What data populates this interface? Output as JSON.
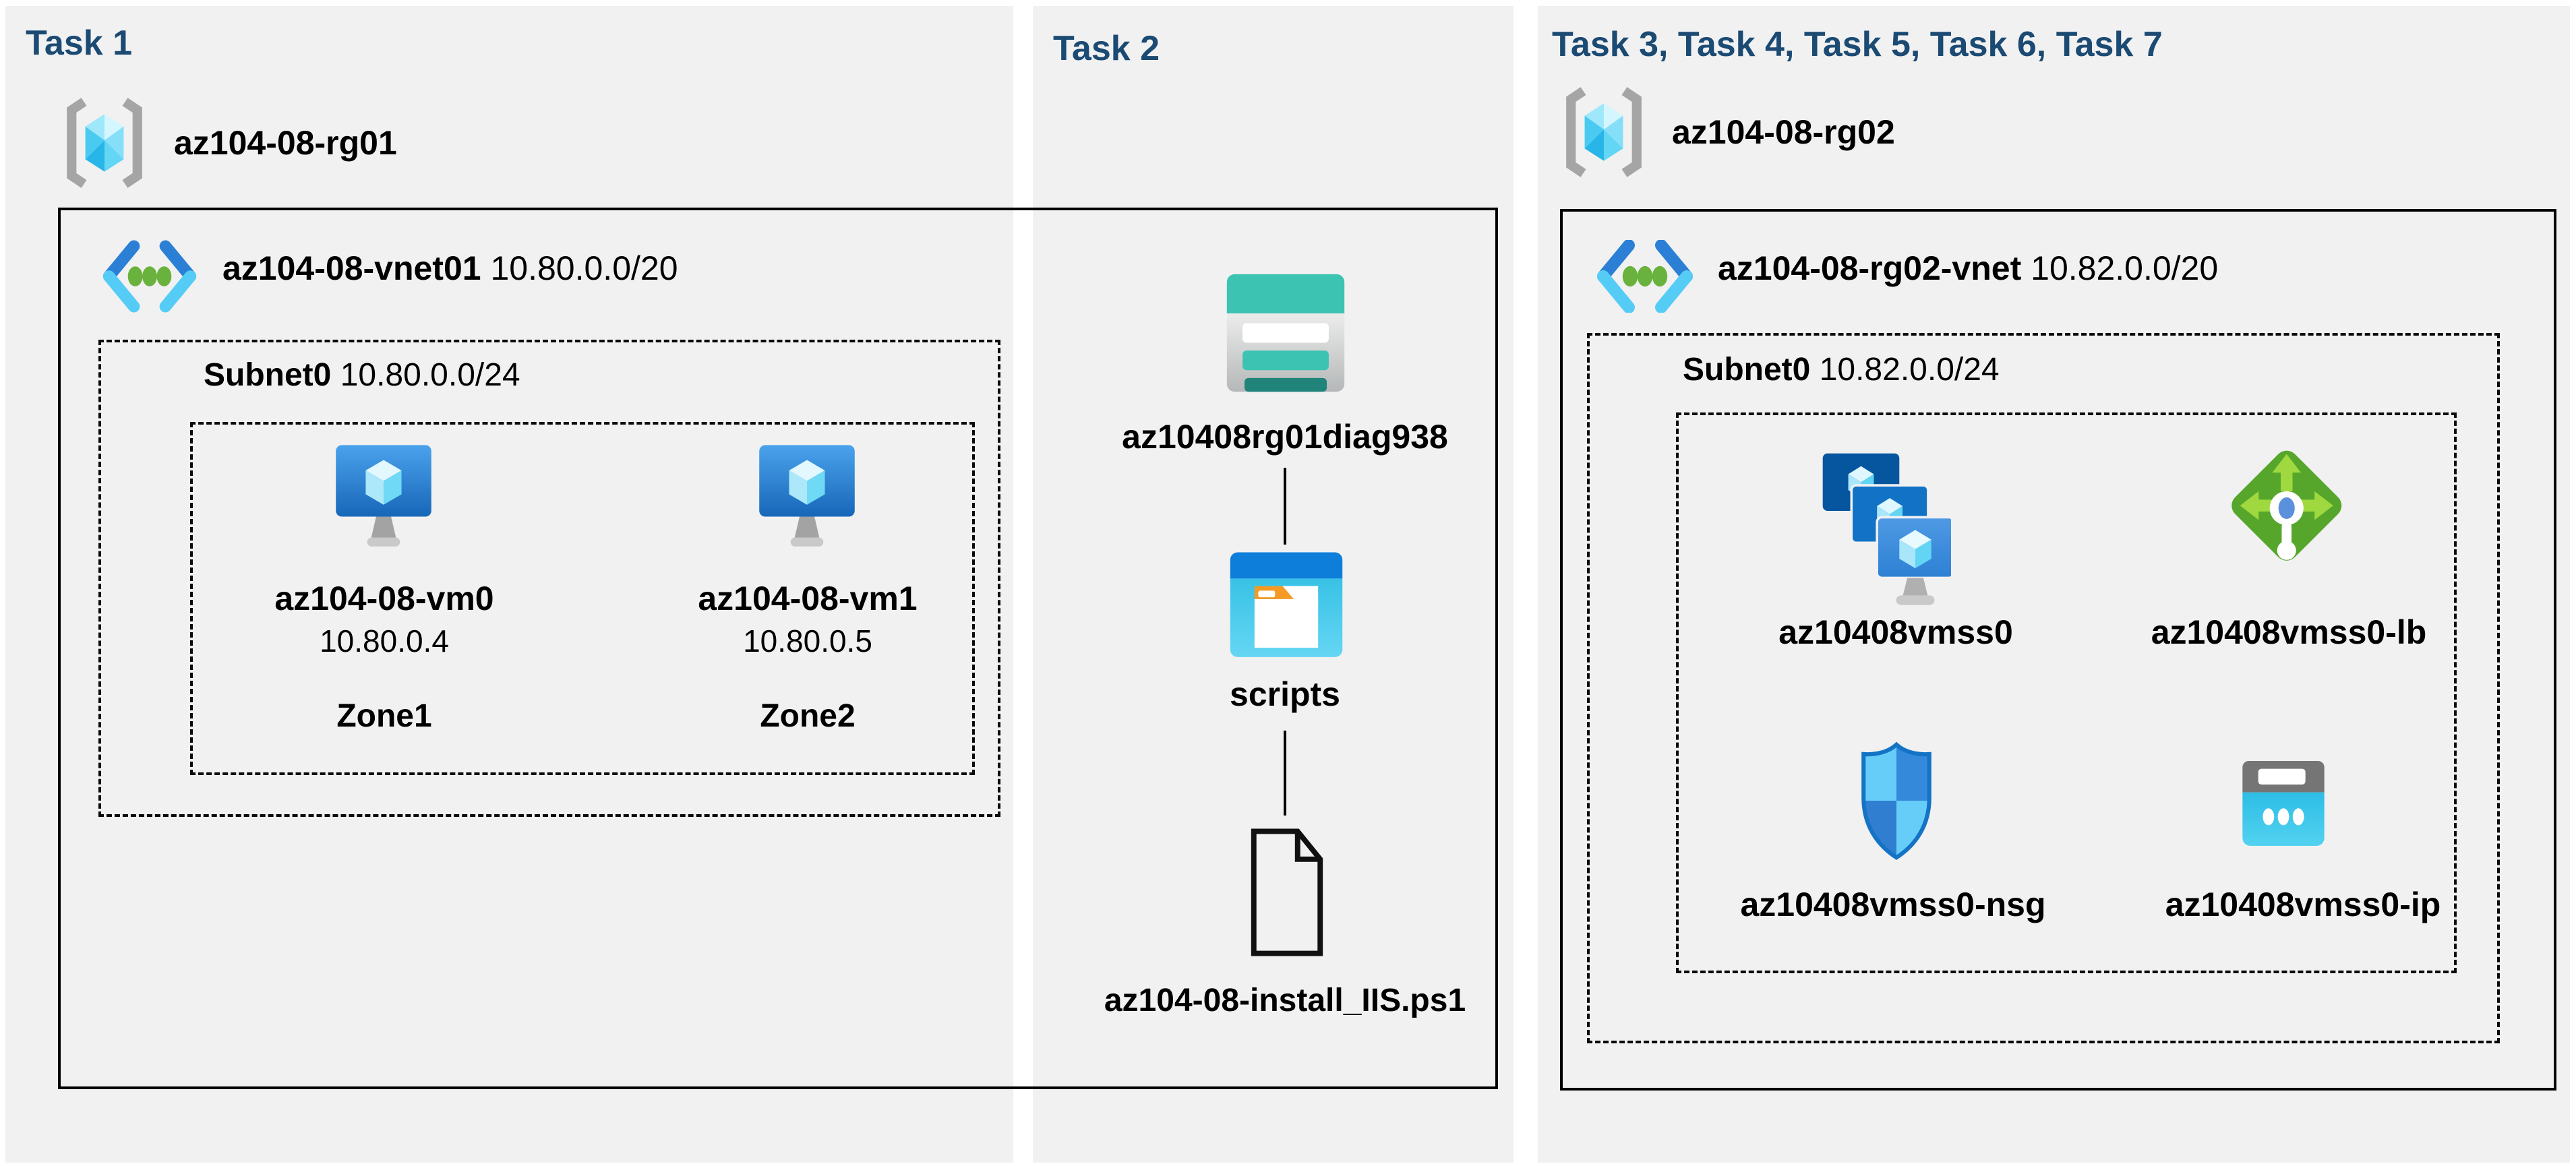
{
  "colors": {
    "header_navy": "#1b4a73",
    "panel_gray": "#f1f1f2",
    "line_black": "#000000",
    "storage_teal": "#3cc3b2",
    "storage_teal_dark": "#20847a",
    "container_blue": "#0d7ed9",
    "container_cyan": "#3fc6e8",
    "folder_orange": "#f59b25",
    "vm_blue": "#1767b8",
    "lb_green": "#55a62b",
    "lb_arrow_green": "#9fd93f",
    "nsg_blue": "#3489da",
    "ip_cyan": "#2dbde6",
    "vnet_dot_green": "#69b23d"
  },
  "task1": {
    "title": "Task 1",
    "resource_group": "az104-08-rg01",
    "vnet_name": "az104-08-vnet01",
    "vnet_cidr": "10.80.0.0/20",
    "subnet_name": "Subnet0",
    "subnet_cidr": "10.80.0.0/24",
    "vms": [
      {
        "name": "az104-08-vm0",
        "ip": "10.80.0.4",
        "zone": "Zone1"
      },
      {
        "name": "az104-08-vm1",
        "ip": "10.80.0.5",
        "zone": "Zone2"
      }
    ]
  },
  "task2": {
    "title": "Task 2",
    "storage_account": "az10408rg01diag938",
    "container": "scripts",
    "script_file": "az104-08-install_IIS.ps1"
  },
  "task3": {
    "title": "Task 3, Task 4, Task 5, Task 6, Task 7",
    "resource_group": "az104-08-rg02",
    "vnet_name": "az104-08-rg02-vnet",
    "vnet_cidr": "10.82.0.0/20",
    "subnet_name": "Subnet0",
    "subnet_cidr": "10.82.0.0/24",
    "vmss": "az10408vmss0",
    "load_balancer": "az10408vmss0-lb",
    "nsg": "az10408vmss0-nsg",
    "public_ip": "az10408vmss0-ip"
  }
}
